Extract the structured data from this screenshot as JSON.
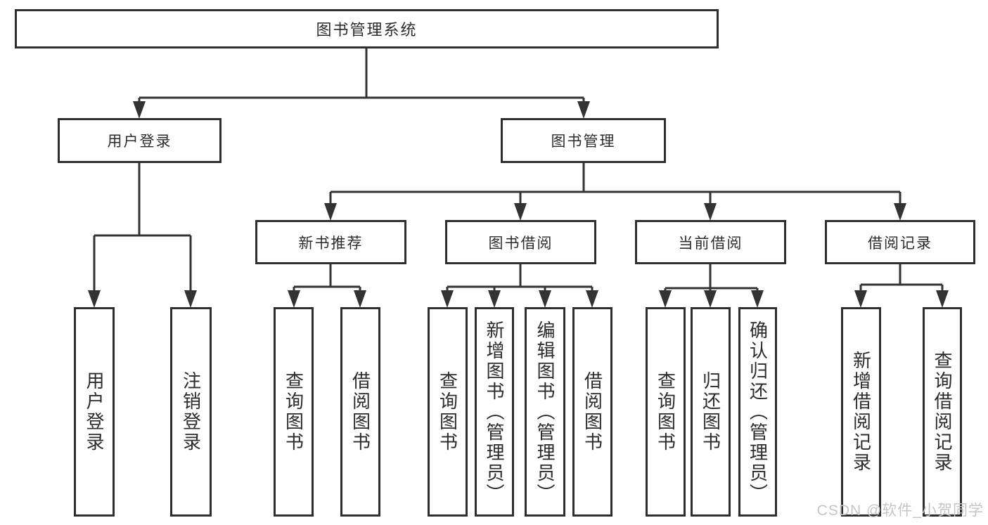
{
  "diagram": {
    "root": {
      "label": "图书管理系统"
    },
    "level2": [
      {
        "label": "用户登录"
      },
      {
        "label": "图书管理"
      }
    ],
    "level3": [
      {
        "label": "新书推荐"
      },
      {
        "label": "图书借阅"
      },
      {
        "label": "当前借阅"
      },
      {
        "label": "借阅记录"
      }
    ],
    "leaves": [
      {
        "label": "用户登录"
      },
      {
        "label": "注销登录"
      },
      {
        "label": "查询图书"
      },
      {
        "label": "借阅图书"
      },
      {
        "label": "查询图书"
      },
      {
        "label": "新增图书（管理员）"
      },
      {
        "label": "编辑图书（管理员）"
      },
      {
        "label": "借阅图书"
      },
      {
        "label": "查询图书"
      },
      {
        "label": "归还图书"
      },
      {
        "label": "确认归还（管理员）"
      },
      {
        "label": "新增借阅记录"
      },
      {
        "label": "查询借阅记录"
      }
    ]
  },
  "watermark": {
    "text": "CSDN @软件_小贺同学"
  },
  "colors": {
    "line": "#333333",
    "border": "#2e2e2e",
    "text": "#2b2b2b",
    "watermark": "#c5c5c5",
    "background": "#ffffff"
  }
}
